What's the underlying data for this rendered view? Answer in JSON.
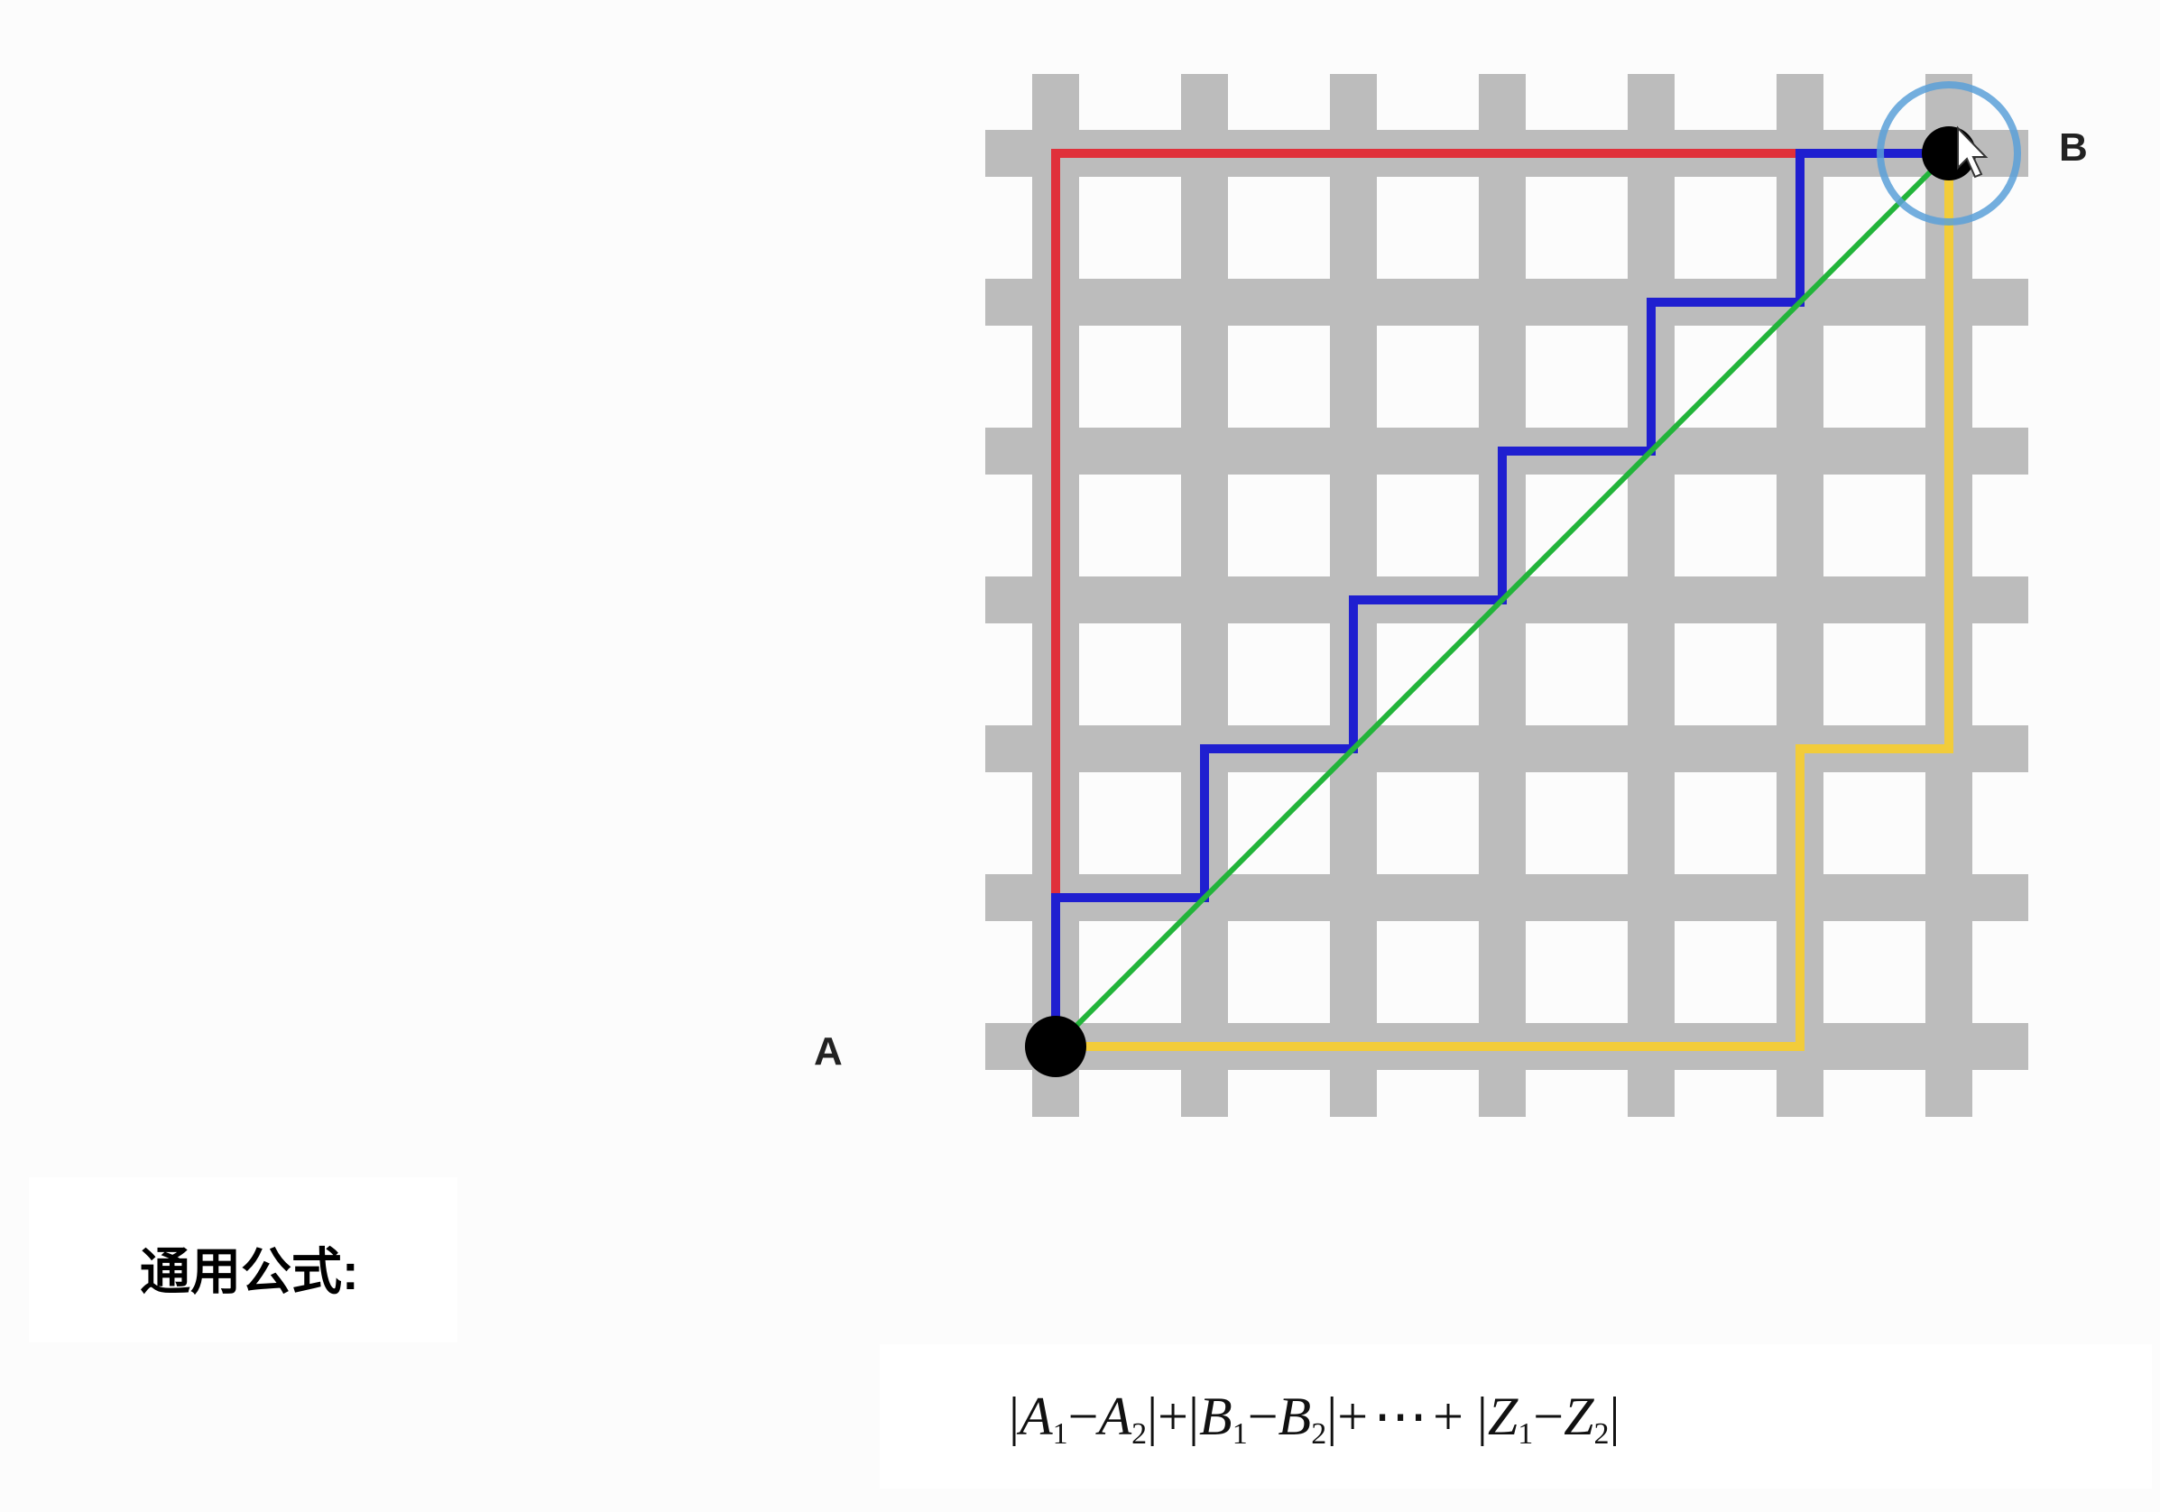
{
  "diagram": {
    "grid_lines": 7,
    "point_a_label": "A",
    "point_b_label": "B",
    "paths": [
      {
        "id": "red",
        "color": "#e0303a"
      },
      {
        "id": "blue",
        "color": "#1f1fd0"
      },
      {
        "id": "green",
        "color": "#22b43a"
      },
      {
        "id": "yellow",
        "color": "#f2cc3a"
      }
    ],
    "grid_color": "#bcbcbc",
    "highlight_color": "#5aa0d8"
  },
  "formula_section": {
    "label": "通用公式:",
    "formula": {
      "t1a": "A",
      "s1a": "1",
      "t1b": "A",
      "s1b": "2",
      "t2a": "B",
      "s2a": "1",
      "t2b": "B",
      "s2b": "2",
      "t3a": "Z",
      "s3a": "1",
      "t3b": "Z",
      "s3b": "2",
      "ellipsis": "⋯"
    }
  }
}
